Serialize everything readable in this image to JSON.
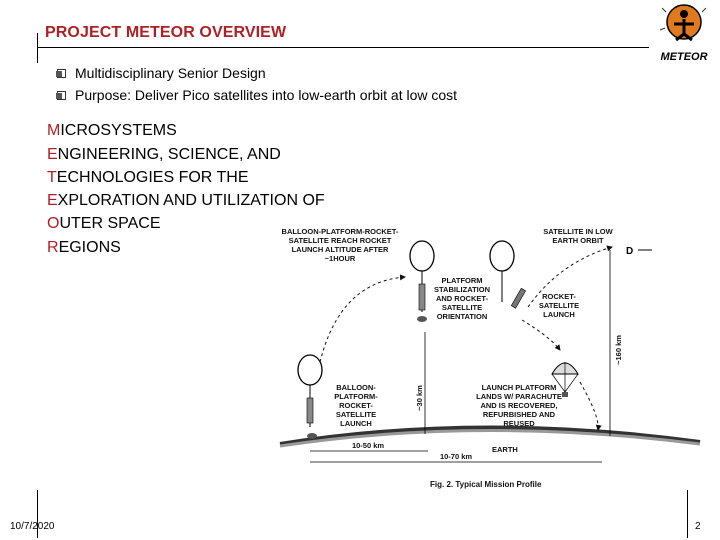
{
  "header": {
    "title": "PROJECT METEOR OVERVIEW",
    "logo_text": "METEOR"
  },
  "bullets": [
    "Multidisciplinary Senior Design",
    "Purpose:  Deliver Pico satellites into low-earth orbit at low cost"
  ],
  "acronym": [
    {
      "first": "M",
      "rest": "ICROSYSTEMS"
    },
    {
      "first": "E",
      "rest": "NGINEERING, SCIENCE, AND"
    },
    {
      "first": "T",
      "rest": "ECHNOLOGIES FOR THE"
    },
    {
      "first": "E",
      "rest": "XPLORATION AND UTILIZATION OF"
    },
    {
      "first": "O",
      "rest": "UTER SPACE"
    },
    {
      "first": "R",
      "rest": "EGIONS"
    }
  ],
  "diagram": {
    "label_top_left": [
      "BALLOON-PLATFORM-ROCKET-",
      "SATELLITE REACH ROCKET",
      "LAUNCH ALTITUDE AFTER",
      "~1HOUR"
    ],
    "label_top_right": [
      "SATELLITE IN LOW",
      "EARTH ORBIT"
    ],
    "label_platform": [
      "PLATFORM",
      "STABILIZATION",
      "AND ROCKET-",
      "SATELLITE",
      "ORIENTATION"
    ],
    "label_rocket": [
      "ROCKET-",
      "SATELLITE",
      "LAUNCH"
    ],
    "label_balloon_launch": [
      "BALLOON-",
      "PLATFORM-",
      "ROCKET-",
      "SATELLITE",
      "LAUNCH"
    ],
    "label_parachute": [
      "LAUNCH PLATFORM",
      "LANDS W/ PARACHUTE",
      "AND IS RECOVERED,",
      "REFURBISHED AND",
      "REUSED"
    ],
    "alt_30": "~30 km",
    "alt_160": "~160 km",
    "dist_short": "10-50 km",
    "dist_long": "10-70 km",
    "earth": "EARTH",
    "caption": "Fig. 2. Typical Mission Profile"
  },
  "footer": {
    "date": "10/7/2020",
    "page": "2"
  },
  "colors": {
    "title_red": "#b01f24",
    "acronym_first_letter": "#b01f24"
  }
}
